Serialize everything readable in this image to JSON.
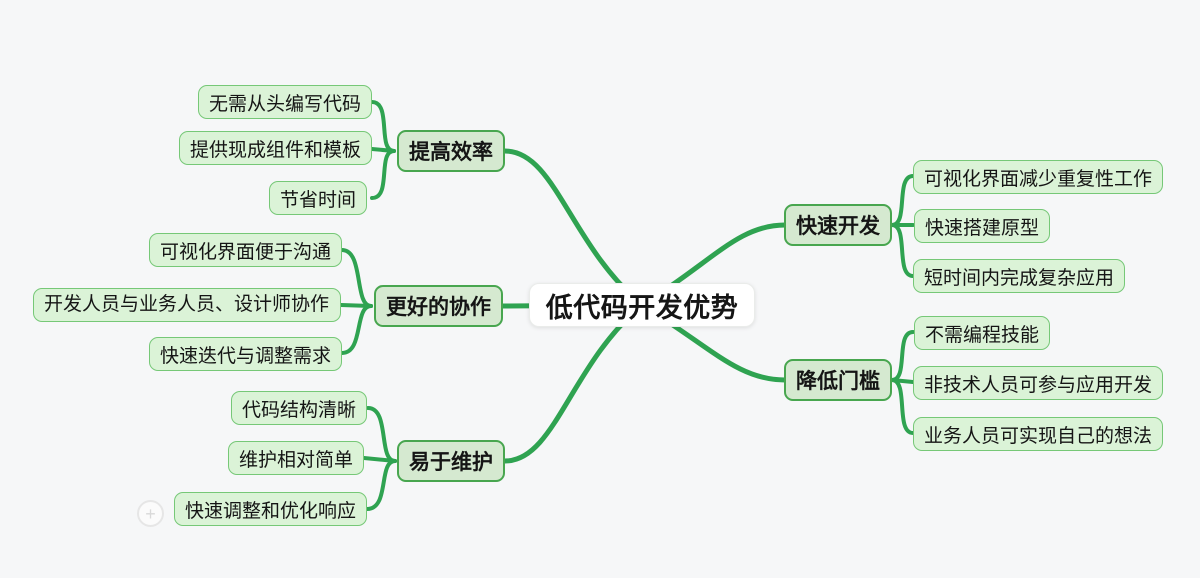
{
  "diagram": {
    "type": "mindmap",
    "central_topic": "低代码开发优势",
    "colors": {
      "background": "#f6f7f8",
      "connector_line": "#2fa351",
      "central_bg": "#ffffff",
      "branch_bg": "#d5e9d0",
      "branch_border": "#48a64f",
      "leaf_bg": "#dbf3d7",
      "leaf_border": "#76c877",
      "text": "#151515"
    },
    "branches": [
      {
        "label": "提高效率",
        "side": "left",
        "children": [
          "无需从头编写代码",
          "提供现成组件和模板",
          "节省时间"
        ]
      },
      {
        "label": "更好的协作",
        "side": "left",
        "children": [
          "可视化界面便于沟通",
          "开发人员与业务人员、设计师协作",
          "快速迭代与调整需求"
        ]
      },
      {
        "label": "易于维护",
        "side": "left",
        "children": [
          "代码结构清晰",
          "维护相对简单",
          "快速调整和优化响应"
        ]
      },
      {
        "label": "快速开发",
        "side": "right",
        "children": [
          "可视化界面减少重复性工作",
          "快速搭建原型",
          "短时间内完成复杂应用"
        ]
      },
      {
        "label": "降低门槛",
        "side": "right",
        "children": [
          "不需编程技能",
          "非技术人员可参与应用开发",
          "业务人员可实现自己的想法"
        ]
      }
    ],
    "controls": {
      "add_button": "+"
    }
  }
}
